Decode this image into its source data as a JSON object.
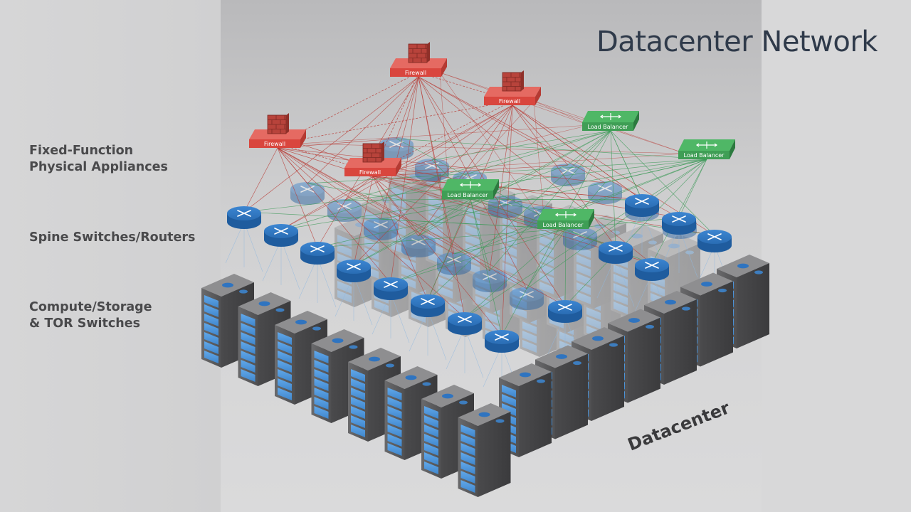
{
  "title": "Datacenter Network",
  "layers": {
    "appliances": [
      "Fixed-Function",
      "Physical Appliances"
    ],
    "spine": [
      "Spine Switches/Routers"
    ],
    "compute": [
      "Compute/Storage",
      "& TOR Switches"
    ]
  },
  "datacenter_label": "Datacenter",
  "device_labels": {
    "firewall": "Firewall",
    "load_balancer": "Load Balancer"
  },
  "colors": {
    "firewall": "#d9463e",
    "load_balancer": "#3f9e55",
    "spine_router": "#2f74c0",
    "server_panel": "#4d92d6",
    "rack_body": "#555557",
    "title_text": "#2f3a4a",
    "label_text": "#4a4a4c"
  },
  "icons": {
    "firewall": "brick-wall-icon",
    "load_balancer": "balance-arrows-icon",
    "router": "router-cross-arrows-icon",
    "tor_switch": "switch-icon",
    "server": "server-rack-icon"
  }
}
